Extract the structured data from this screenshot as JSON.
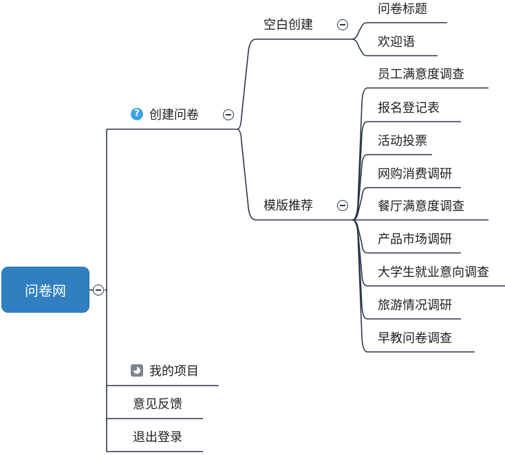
{
  "root": {
    "label": "问卷网"
  },
  "create": {
    "label": "创建问卷",
    "blank": {
      "label": "空白创建",
      "items": [
        "问卷标题",
        "欢迎语"
      ]
    },
    "templates": {
      "label": "模版推荐",
      "items": [
        "员工满意度调查",
        "报名登记表",
        "活动投票",
        "网购消费调研",
        "餐厅满意度调查",
        "产品市场调研",
        "大学生就业意向调查",
        "旅游情况调研",
        "早教问卷调查"
      ]
    }
  },
  "projects": {
    "label": "我的项目"
  },
  "feedback": {
    "label": "意见反馈"
  },
  "logout": {
    "label": "退出登录"
  },
  "icons": {
    "help": "question-mark-icon",
    "help_glyph": "?",
    "project": "pie-chart-icon",
    "collapse": "minus-circle-icon"
  },
  "colors": {
    "root_bg": "#2f7fc1",
    "line": "#2a3448",
    "help_icon": "#3da2e6",
    "project_icon": "#7d8591"
  }
}
